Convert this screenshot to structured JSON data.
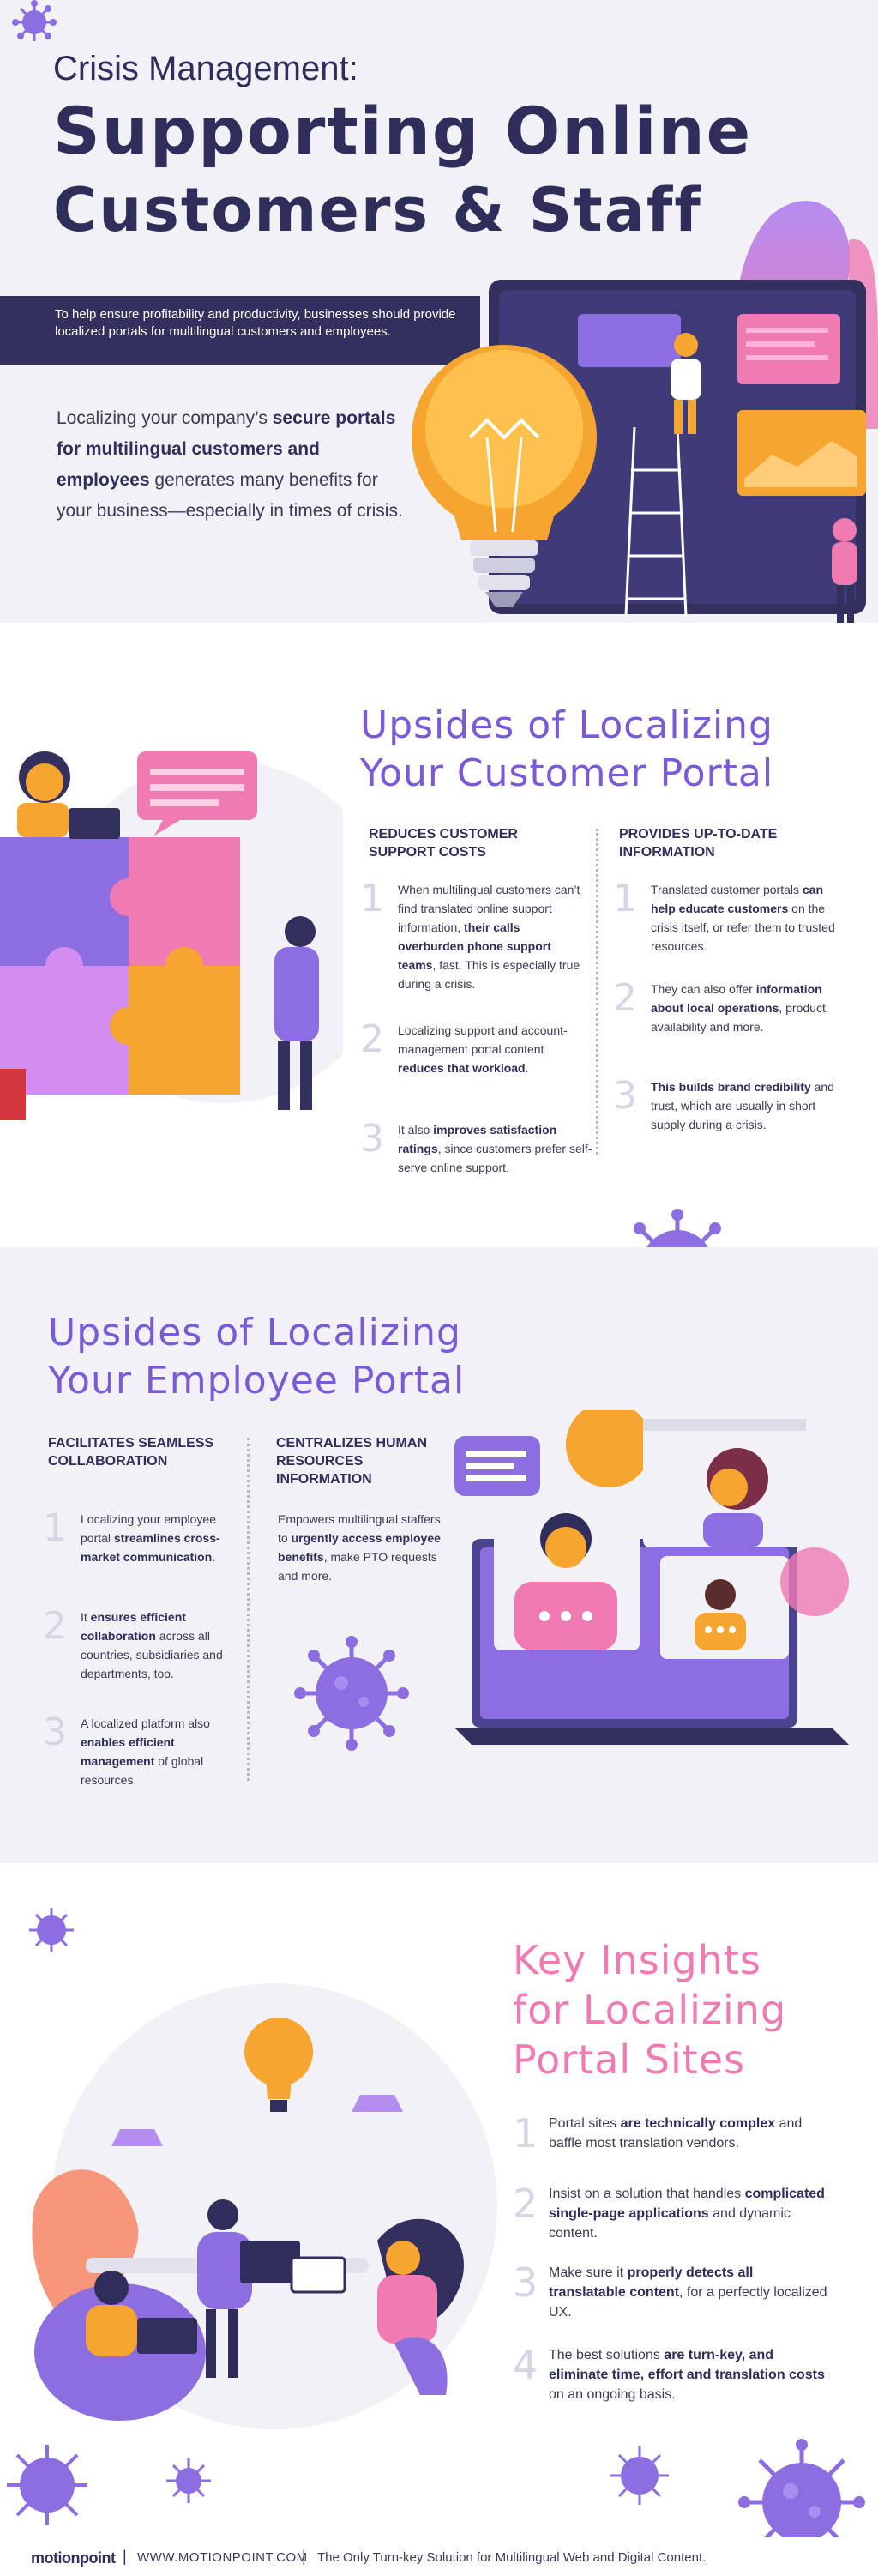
{
  "header": {
    "pre_title": "Crisis Management:",
    "title_line1": "Supporting Online",
    "title_line2": "Customers & Staff",
    "banner": "To help ensure profitability and productivity, businesses should provide localized portals for multilingual customers and employees.",
    "lede_1": "Localizing your company’s ",
    "lede_bold": "secure portals for multilingual customers and employees",
    "lede_2": " generates many benefits for your business—especially in times of crisis."
  },
  "customer": {
    "title_line1": "Upsides of Localizing",
    "title_line2": "Your Customer Portal",
    "col1_head": "Reduces Customer Support Costs",
    "col2_head": "Provides Up-to-Date Information",
    "col1_items": [
      {
        "num": "1",
        "pre": "When multilingual customers can’t find translated online support information, ",
        "bold": "their calls overburden phone support teams",
        "post": ", fast. This is especially true during a crisis."
      },
      {
        "num": "2",
        "pre": "Localizing support and account-management portal content ",
        "bold": "reduces that workload",
        "post": "."
      },
      {
        "num": "3",
        "pre": "It also ",
        "bold": "improves satisfaction ratings",
        "post": ", since customers prefer self-serve online support."
      }
    ],
    "col2_items": [
      {
        "num": "1",
        "pre": "Translated customer portals ",
        "bold": "can help educate customers",
        "post": " on the crisis itself, or refer them to trusted resources."
      },
      {
        "num": "2",
        "pre": "They can also offer ",
        "bold": "information about local operations",
        "post": ", product availability and more."
      },
      {
        "num": "3",
        "pre": "",
        "bold": "This builds brand credibility",
        "post": " and trust, which are usually in short supply during a crisis."
      }
    ]
  },
  "employee": {
    "title_line1": "Upsides of Localizing",
    "title_line2": "Your Employee Portal",
    "col1_head": "Facilitates Seamless Collaboration",
    "col2_head": "Centralizes Human Resources Information",
    "col1_items": [
      {
        "num": "1",
        "pre": "Localizing your employee portal ",
        "bold": "streamlines cross-market communication",
        "post": "."
      },
      {
        "num": "2",
        "pre": "It ",
        "bold": "ensures efficient collaboration",
        "post": " across all countries, subsidiaries and departments, too."
      },
      {
        "num": "3",
        "pre": "A localized platform also ",
        "bold": "enables efficient management",
        "post": " of global resources."
      }
    ],
    "col2_text_pre": "Empowers multilingual staffers to ",
    "col2_text_bold": "urgently access employee benefits",
    "col2_text_post": ", make PTO requests and more."
  },
  "insights": {
    "title_line1": "Key Insights",
    "title_line2": "for Localizing",
    "title_line3": "Portal Sites",
    "items": [
      {
        "num": "1",
        "pre": "Portal sites ",
        "bold": "are technically complex",
        "post": " and baffle most translation vendors."
      },
      {
        "num": "2",
        "pre": "Insist on a solution that handles ",
        "bold": "complicated single-page applications",
        "post": " and dynamic content."
      },
      {
        "num": "3",
        "pre": "Make sure it ",
        "bold": "properly detects all translatable content",
        "post": ", for a perfectly localized UX."
      },
      {
        "num": "4",
        "pre": "The best solutions ",
        "bold": "are turn-key, and eliminate time, effort and translation costs",
        "post": " on an ongoing basis."
      }
    ]
  },
  "footer": {
    "logo": "motionpoint",
    "separator": "|",
    "url": "WWW.MOTIONPOINT.COM",
    "tagline": "The Only Turn-key Solution for Multilingual Web and Digital Content."
  },
  "colors": {
    "navy": "#2f2d5a",
    "purple": "#7a5ad6",
    "pink": "#f07ab2",
    "orange": "#f7a531",
    "lavender": "#b58cf0"
  }
}
